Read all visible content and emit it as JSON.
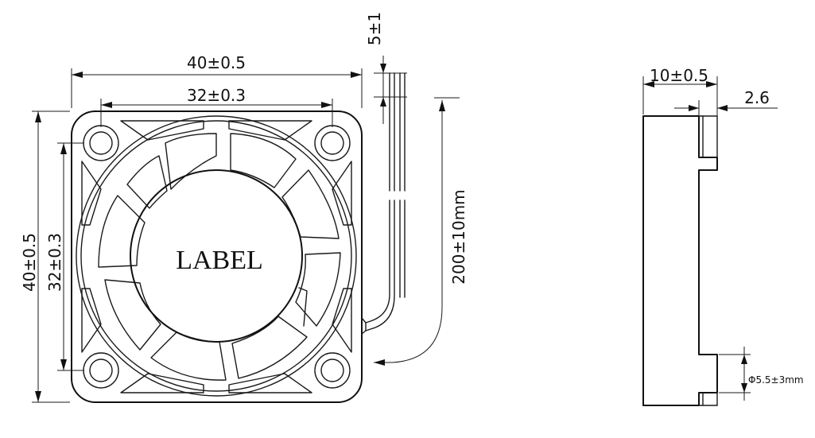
{
  "front_view": {
    "label": "LABEL",
    "dim_outer_width": "40±0.5",
    "dim_hole_width": "32±0.3",
    "dim_outer_height": "40±0.5",
    "dim_hole_height": "32±0.3",
    "dim_lead_strip": "5±1",
    "dim_lead_length": "200±10mm"
  },
  "side_view": {
    "dim_thickness": "10±0.5",
    "dim_flange": "2.6",
    "dim_hole_dia": "Φ5.5±3mm"
  }
}
